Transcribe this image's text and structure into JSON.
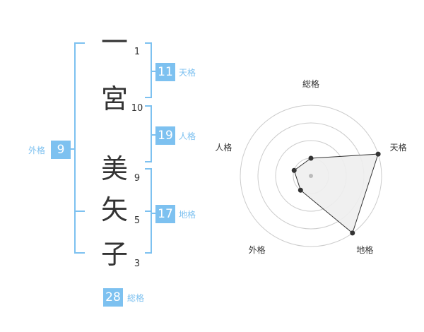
{
  "name": {
    "characters": [
      {
        "char": "一",
        "strokes": "1"
      },
      {
        "char": "宮",
        "strokes": "10"
      },
      {
        "char": "美",
        "strokes": "9"
      },
      {
        "char": "矢",
        "strokes": "5"
      },
      {
        "char": "子",
        "strokes": "3"
      }
    ]
  },
  "fortunes": {
    "tenkaku": {
      "value": "11",
      "label": "天格"
    },
    "jinkaku": {
      "value": "19",
      "label": "人格"
    },
    "chikaku": {
      "value": "17",
      "label": "地格"
    },
    "gaikaku": {
      "value": "9",
      "label": "外格"
    },
    "soukaku": {
      "value": "28",
      "label": "総格"
    }
  },
  "colors": {
    "accent": "#7dc1f0",
    "text": "#333333",
    "grid": "#cccccc",
    "polygon_fill": "#eeeeee"
  },
  "chart_data": {
    "type": "radar",
    "axes": [
      "総格",
      "天格",
      "地格",
      "外格",
      "人格"
    ],
    "values": [
      0.25,
      1.0,
      1.0,
      0.25,
      0.25
    ],
    "range": [
      0,
      1
    ],
    "rings": 4
  }
}
